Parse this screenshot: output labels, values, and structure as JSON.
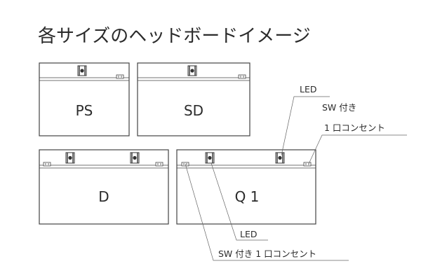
{
  "title": "各サイズのヘッドボードイメージ",
  "panels": {
    "ps": "PS",
    "sd": "SD",
    "d": "D",
    "q1": "Q 1"
  },
  "callouts": {
    "led_top": "LED",
    "sw_top": "SW 付き",
    "outlet_top": "1 口コンセント",
    "led_bottom": "LED",
    "sw_outlet_bottom": "SW 付き 1 口コンセント"
  }
}
